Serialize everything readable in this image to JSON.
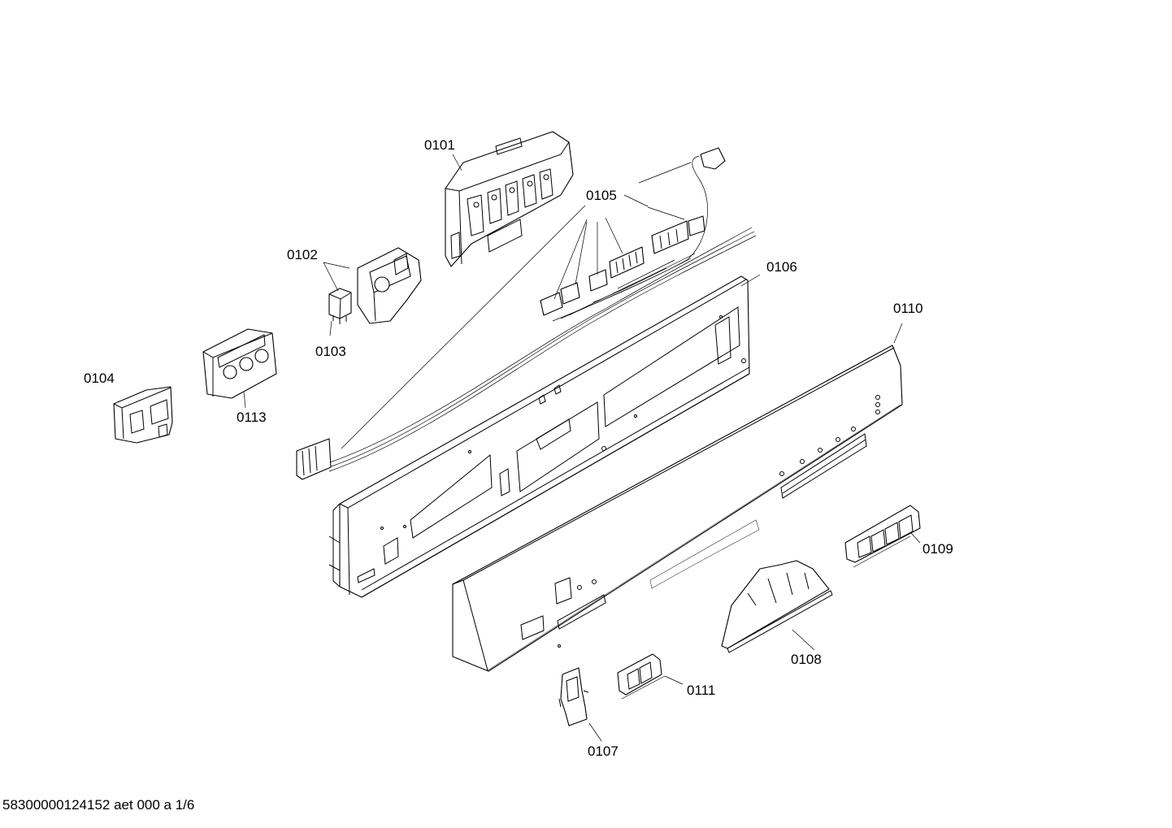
{
  "footer": "58300000124152 aet 000 a 1/6",
  "parts": [
    {
      "id": "0101",
      "label": "0101"
    },
    {
      "id": "0102",
      "label": "0102"
    },
    {
      "id": "0103",
      "label": "0103"
    },
    {
      "id": "0104",
      "label": "0104"
    },
    {
      "id": "0105",
      "label": "0105"
    },
    {
      "id": "0106",
      "label": "0106"
    },
    {
      "id": "0107",
      "label": "0107"
    },
    {
      "id": "0108",
      "label": "0108"
    },
    {
      "id": "0109",
      "label": "0109"
    },
    {
      "id": "0110",
      "label": "0110"
    },
    {
      "id": "0111",
      "label": "0111"
    },
    {
      "id": "0113",
      "label": "0113"
    }
  ]
}
